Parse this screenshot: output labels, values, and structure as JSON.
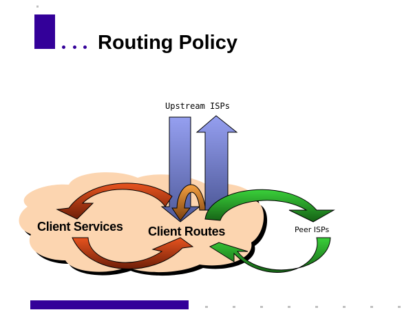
{
  "slide": {
    "title": "Routing Policy",
    "accent_color": "#330099"
  },
  "diagram": {
    "nodes": [
      {
        "id": "upstream",
        "label": "Upstream ISPs"
      },
      {
        "id": "client_services",
        "label": "Client Services"
      },
      {
        "id": "client_routes",
        "label": "Client Routes"
      },
      {
        "id": "peer",
        "label": "Peer ISPs"
      }
    ],
    "edges": [
      {
        "from": "client_routes",
        "to": "upstream",
        "color": "#8c9ae8",
        "shape": "straight-arrow"
      },
      {
        "from": "upstream",
        "to": "client_routes",
        "color": "#8c9ae8",
        "shape": "straight-arrow"
      },
      {
        "from": "client_routes",
        "to": "client_services",
        "color": "#d84a1c",
        "shape": "curved-arrow"
      },
      {
        "from": "client_services",
        "to": "client_routes",
        "color": "#d84a1c",
        "shape": "curved-arrow"
      },
      {
        "from": "client_routes",
        "to": "client_routes",
        "color": "#e8902a",
        "shape": "loop-arrow"
      },
      {
        "from": "client_routes",
        "to": "peer",
        "color": "#2fa82f",
        "shape": "curved-arrow"
      },
      {
        "from": "peer",
        "to": "client_routes",
        "color": "#2fa82f",
        "shape": "curved-arrow"
      }
    ],
    "cloud_color": "#fcd5b0"
  }
}
